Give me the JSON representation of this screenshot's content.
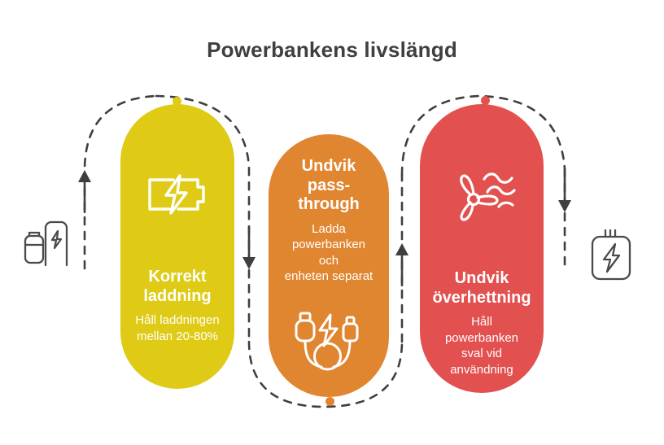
{
  "page": {
    "title": "Powerbankens livslängd",
    "background_color": "#ffffff",
    "title_color": "#3f3f3f"
  },
  "cards": [
    {
      "id": "charging",
      "title": "Korrekt laddning",
      "title_line1": "Korrekt",
      "title_line2": "laddning",
      "subtitle": "Håll laddningen mellan 20-80%",
      "subtitle_line1": "Håll laddningen",
      "subtitle_line2": "mellan 20-80%",
      "color": "#dfcb15",
      "icon": "battery-charging-icon",
      "dot_color": "#dfcb15"
    },
    {
      "id": "passthrough",
      "title": "Undvik pass-through",
      "title_line1": "Undvik pass-",
      "title_line2": "through",
      "subtitle": "Ladda powerbanken och enheten separat",
      "subtitle_line1": "Ladda",
      "subtitle_line2": "powerbanken och",
      "subtitle_line3": "enheten separat",
      "color": "#e08631",
      "icon": "cable-connectors-icon",
      "dot_color": "#e08631"
    },
    {
      "id": "overheat",
      "title": "Undvik överhettning",
      "title_line1": "Undvik",
      "title_line2": "överhettning",
      "subtitle": "Håll powerbanken sval vid användning",
      "subtitle_line1": "Håll powerbanken",
      "subtitle_line2": "sval vid",
      "subtitle_line3": "användning",
      "color": "#e2504f",
      "icon": "fan-cooling-icon",
      "dot_color": "#e2504f"
    }
  ],
  "decorations": {
    "left_icon": "powerbank-with-battery-icon",
    "right_icon": "powerbank-bolt-icon",
    "path_color": "#3f3f3f",
    "path_style": "dashed",
    "arrows": [
      {
        "name": "arrow-up-left",
        "direction": "up"
      },
      {
        "name": "arrow-down-between-1-2",
        "direction": "down"
      },
      {
        "name": "arrow-up-between-2-3",
        "direction": "up"
      },
      {
        "name": "arrow-down-right",
        "direction": "down"
      }
    ]
  }
}
